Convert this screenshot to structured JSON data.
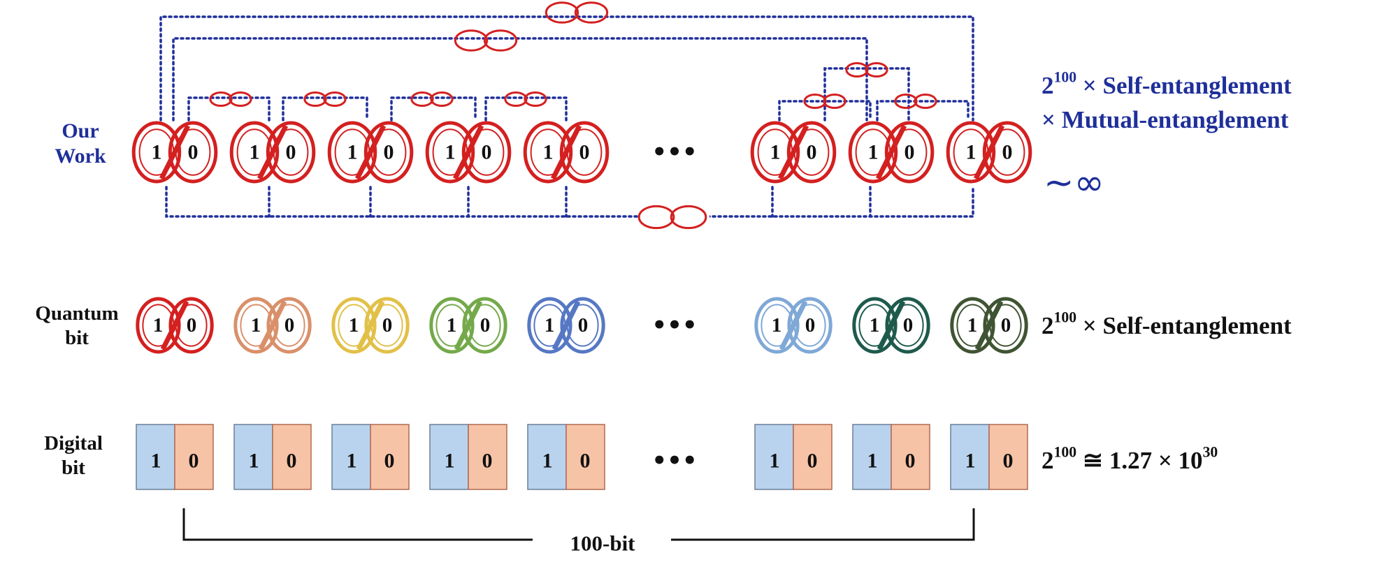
{
  "rows": {
    "our_work": {
      "label_line1": "Our",
      "label_line2": "Work",
      "color": "#d42020",
      "bit_one": "1",
      "bit_zero": "0",
      "ellipsis": "•••",
      "right_line1_base": "2",
      "right_line1_exp": "100",
      "right_line1_rest": "× Self-entanglement",
      "right_line2": "× Mutual-entanglement",
      "right_line3": "∼∞"
    },
    "quantum_bit": {
      "label_line1": "Quantum",
      "label_line2": "bit",
      "ring_colors": [
        "#d42020",
        "#d9906a",
        "#e2c048",
        "#74a94a",
        "#5678c4",
        "#7fa8d6",
        "#1e5a4c",
        "#3f5432"
      ],
      "bit_one": "1",
      "bit_zero": "0",
      "ellipsis": "•••",
      "right_base": "2",
      "right_exp": "100",
      "right_rest": "× Self-entanglement"
    },
    "digital_bit": {
      "label_line1": "Digital",
      "label_line2": "bit",
      "color_one": "#b9d3ee",
      "color_zero": "#f7c3a6",
      "bit_one": "1",
      "bit_zero": "0",
      "ellipsis": "•••",
      "right_base": "2",
      "right_exp": "100",
      "right_mid": "≅ 1.27 × 10",
      "right_exp2": "30"
    }
  },
  "brace_label": "100-bit",
  "colors": {
    "dotted_link": "#1f2f9a",
    "label_blue": "#1f2f9a"
  }
}
